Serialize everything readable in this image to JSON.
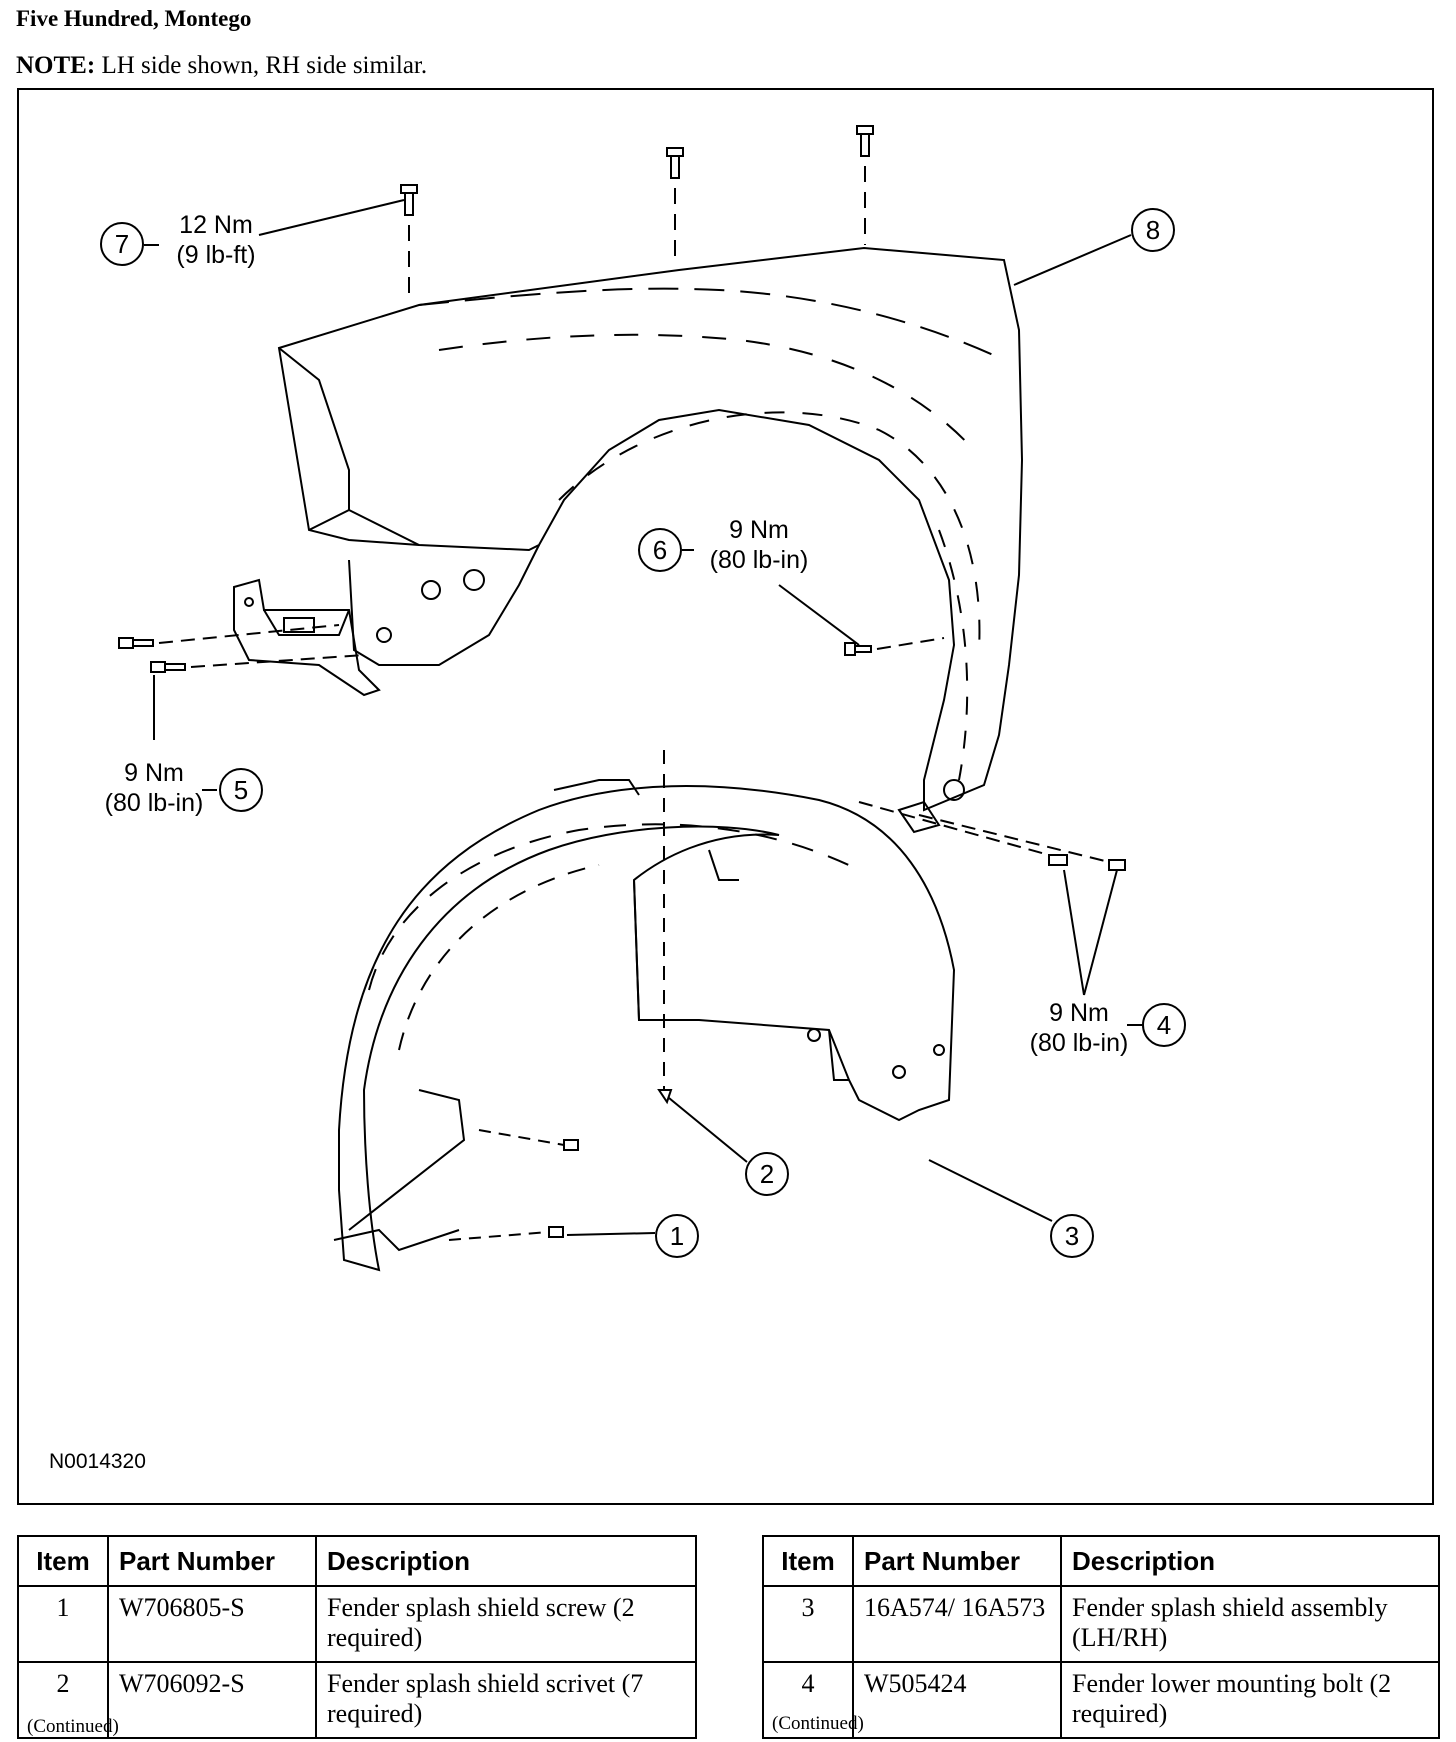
{
  "heading": "Five Hundred, Montego",
  "note": {
    "label": "NOTE:",
    "text": "LH side shown, RH side similar."
  },
  "diagram": {
    "figure_id": "N0014320",
    "callouts": [
      "1",
      "2",
      "3",
      "4",
      "5",
      "6",
      "7",
      "8"
    ],
    "torque": {
      "t7": {
        "nm": "12 Nm",
        "imperial": "(9 lb-ft)"
      },
      "t6": {
        "nm": "9 Nm",
        "imperial": "(80 lb-in)"
      },
      "t5": {
        "nm": "9 Nm",
        "imperial": "(80 lb-in)"
      },
      "t4": {
        "nm": "9 Nm",
        "imperial": "(80 lb-in)"
      }
    }
  },
  "tables": {
    "headers": {
      "item": "Item",
      "part_number": "Part Number",
      "description": "Description"
    },
    "left": [
      {
        "item": "1",
        "part_number": "W706805-S",
        "description": "Fender splash shield screw (2 required)"
      },
      {
        "item": "2",
        "part_number": "W706092-S",
        "description": "Fender splash shield scrivet (7 required)"
      }
    ],
    "right": [
      {
        "item": "3",
        "part_number": "16A574/ 16A573",
        "description": "Fender splash shield assembly (LH/RH)"
      },
      {
        "item": "4",
        "part_number": "W505424",
        "description": "Fender lower mounting bolt (2 required)"
      }
    ],
    "continued": "(Continued)"
  }
}
